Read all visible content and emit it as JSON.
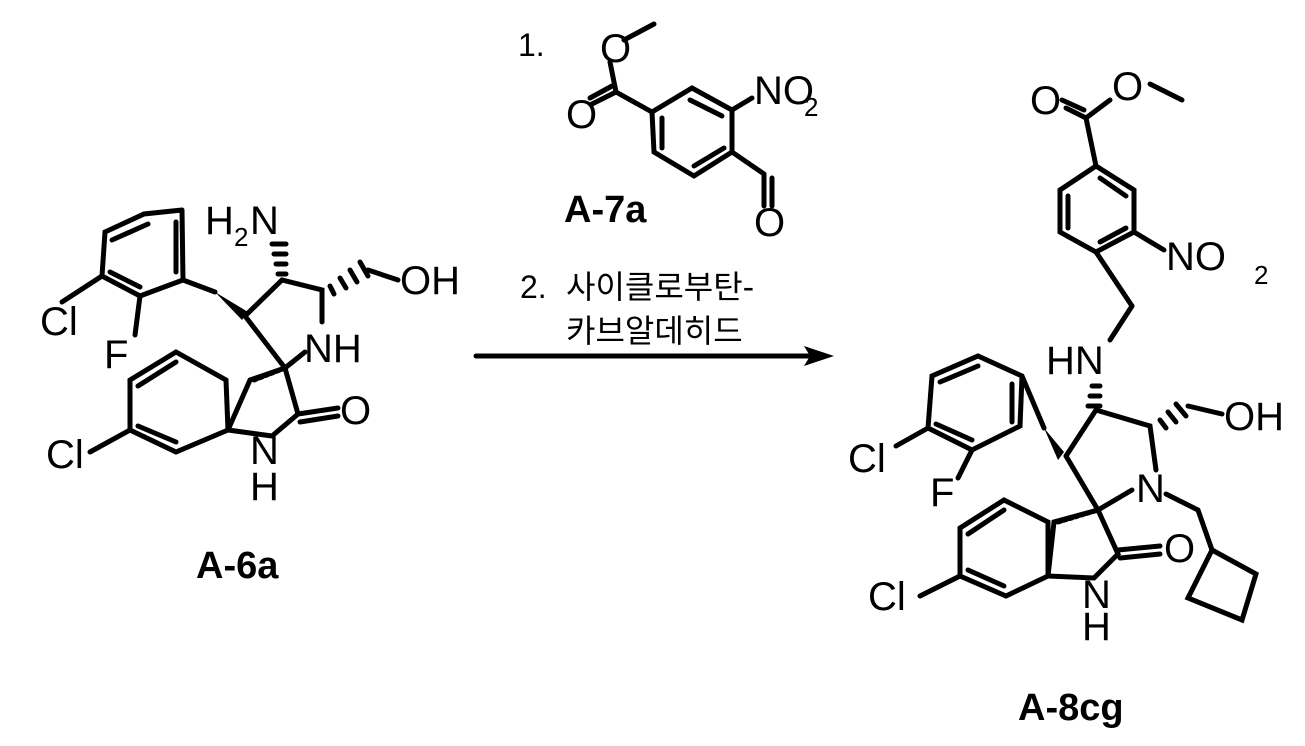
{
  "reactant": {
    "name": "A-6a",
    "atoms": {
      "cl_aryl": "Cl",
      "f": "F",
      "nh2_h": "H",
      "nh2_n": "N",
      "nh2_sub": "2",
      "oh": "OH",
      "nh": "NH",
      "oxo": "O",
      "cl_indole": "Cl",
      "lactam_n": "N",
      "lactam_h": "H"
    }
  },
  "reagent_1": {
    "step": "1.",
    "name": "A-7a",
    "atoms": {
      "ester_o": "O",
      "carbonyl_o": "O",
      "no2_n": "NO",
      "no2_sub": "2",
      "aldehyde_o": "O"
    }
  },
  "reagent_2": {
    "step": "2.",
    "line1": "사이클로부탄-",
    "line2": "카브알데히드"
  },
  "product": {
    "name": "A-8cg",
    "atoms": {
      "carbonyl_o": "O",
      "ester_o": "O",
      "no2_n": "NO",
      "no2_sub": "2",
      "hn": "HN",
      "oh": "OH",
      "cl_aryl": "Cl",
      "f": "F",
      "ring_n": "N",
      "oxo": "O",
      "cl_indole": "Cl",
      "lactam_n": "N",
      "lactam_h": "H"
    }
  }
}
